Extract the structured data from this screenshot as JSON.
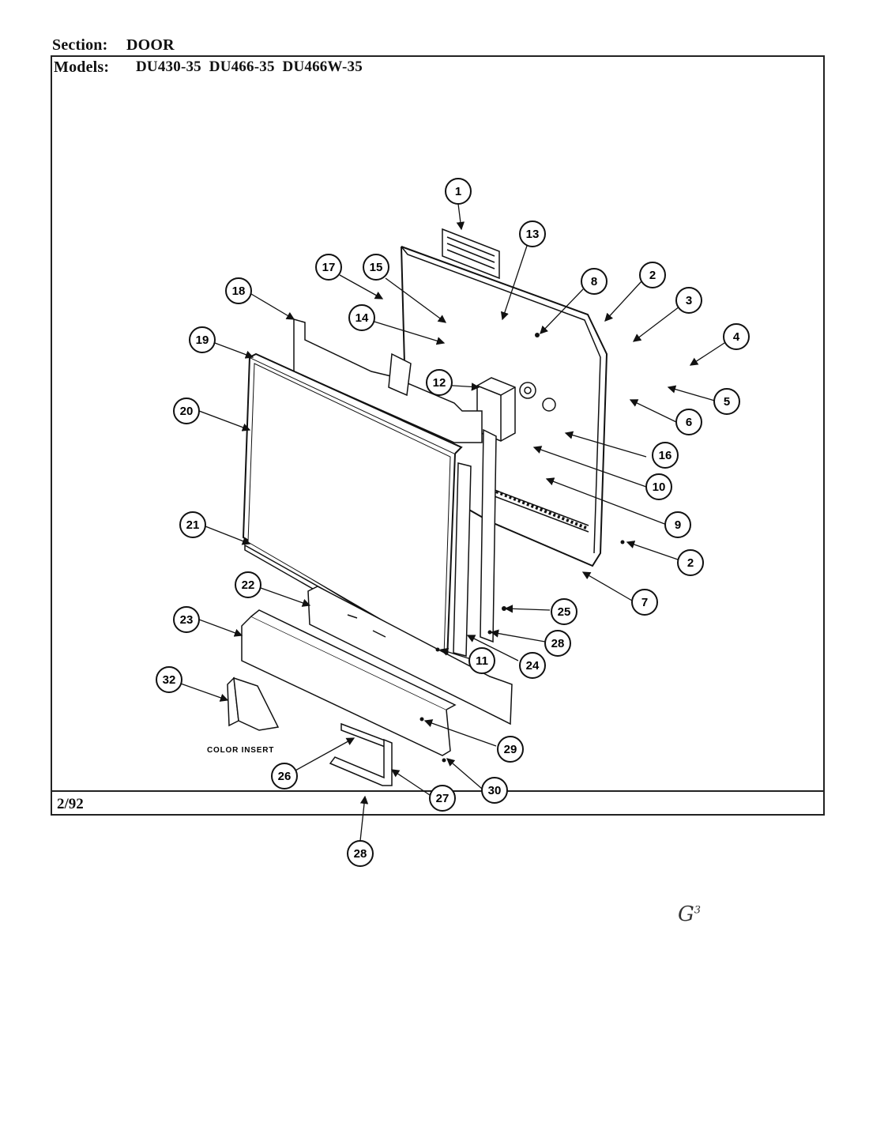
{
  "header": {
    "section_label": "Section:",
    "section_value": "DOOR",
    "models_label": "Models:",
    "models_value": "DU430-35  DU466-35  DU466W-35"
  },
  "footer": {
    "date": "2/92"
  },
  "diagram": {
    "color_insert_label": "COLOR INSERT",
    "callouts": [
      "1",
      "2",
      "3",
      "4",
      "5",
      "6",
      "7",
      "8",
      "9",
      "10",
      "11",
      "12",
      "13",
      "14",
      "15",
      "16",
      "17",
      "18",
      "19",
      "20",
      "21",
      "22",
      "23",
      "24",
      "25",
      "26",
      "27",
      "28",
      "29",
      "30",
      "32",
      "2",
      "28"
    ]
  },
  "mark": {
    "glyph": "G",
    "sup": "3"
  }
}
